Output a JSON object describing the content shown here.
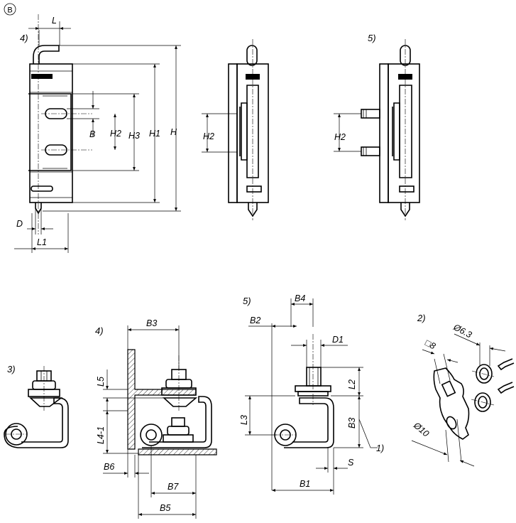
{
  "view_marker": "B",
  "variant_labels": {
    "v4_top": "4)",
    "v5_top": "5)",
    "v3_bottom": "3)",
    "v4_bottom": "4)",
    "v5_bottom": "5)",
    "v2_bottom": "2)",
    "note1": "1)"
  },
  "dims_top": {
    "L": "L",
    "D": "D",
    "L1": "L1",
    "B": "B",
    "H2": "H2",
    "H3": "H3",
    "H1": "H1",
    "H": "H",
    "H2_mid": "H2",
    "H2_right": "H2"
  },
  "dims_bottom": {
    "B3_v4": "B3",
    "L5": "L5",
    "L4_1": "L4-1",
    "B6": "B6",
    "B7": "B7",
    "B5": "B5",
    "B4": "B4",
    "B2": "B2",
    "D1": "D1",
    "L2": "L2",
    "L3": "L3",
    "B3_v5": "B3",
    "S": "S",
    "B1": "B1",
    "sq8": "□8",
    "d63": "Ø6.3",
    "d10": "Ø10"
  }
}
